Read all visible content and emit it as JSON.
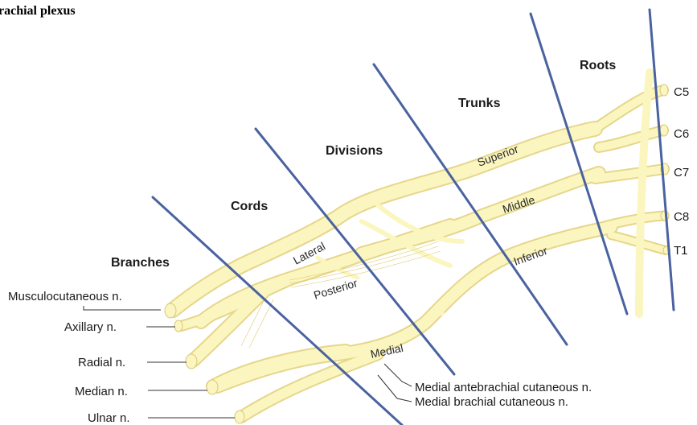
{
  "title": "rachial plexus",
  "sections": {
    "roots": "Roots",
    "trunks": "Trunks",
    "divisions": "Divisions",
    "cords": "Cords",
    "branches": "Branches"
  },
  "roots": [
    "C5",
    "C6",
    "C7",
    "C8",
    "T1"
  ],
  "trunks": {
    "superior": "Superior",
    "middle": "Middle",
    "inferior": "Inferior"
  },
  "cords": {
    "lateral": "Lateral",
    "posterior": "Posterior",
    "medial": "Medial"
  },
  "branches": [
    "Musculocutaneous n.",
    "Axillary n.",
    "Radial n.",
    "Median n.",
    "Ulnar n."
  ],
  "cutaneous": [
    "Medial antebrachial cutaneous n.",
    "Medial brachial cutaneous n."
  ],
  "colors": {
    "nerve": "#fbf6bf",
    "nerve_outline": "#e6d68a",
    "divider": "#4a62a0"
  }
}
